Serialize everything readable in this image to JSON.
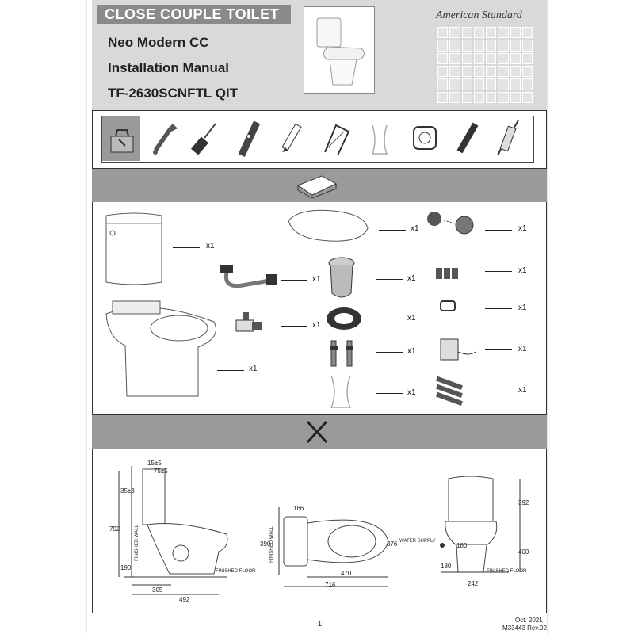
{
  "header": {
    "category_tag": "CLOSE COUPLE TOILET",
    "product_name": "Neo Modern CC",
    "document_title": "Installation Manual",
    "model_number": "TF-2630SCNFTL QIT",
    "brand": "American Standard"
  },
  "tools": [
    "toolbox-icon",
    "wrench-icon",
    "screwdriver-icon",
    "spirit-level-icon",
    "pencil-icon",
    "hacksaw-icon",
    "ptfe-tape-icon",
    "tape-measure-icon",
    "utility-knife-icon",
    "caulking-gun-icon"
  ],
  "parts_quantity_label": "x1",
  "dimensions": {
    "side": [
      "15±5",
      "75±5",
      "35±3",
      "792",
      "190",
      "305",
      "492",
      "FINISHED WALL",
      "FINISHED FLOOR"
    ],
    "top": [
      "166",
      "390",
      "376",
      "470",
      "716",
      "FINISHED WALL"
    ],
    "front": [
      "392",
      "400",
      "180",
      "180",
      "242",
      "WATER SUPPLY",
      "FINISHED FLOOR"
    ]
  },
  "footer": {
    "page_number": "-1-",
    "date": "Oct. 2021",
    "doc_code": "M33443 Rev.02"
  }
}
